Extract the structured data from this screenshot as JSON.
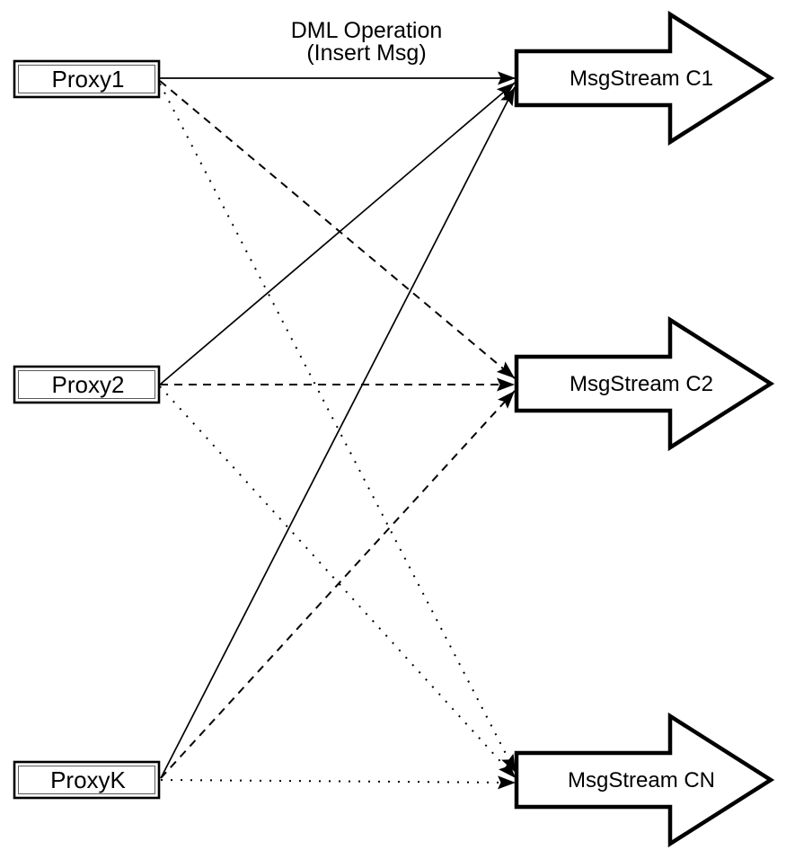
{
  "diagram": {
    "annotation": {
      "line1": "DML Operation",
      "line2": "(Insert Msg)"
    },
    "proxies": [
      {
        "label": "Proxy1"
      },
      {
        "label": "Proxy2"
      },
      {
        "label": "ProxyK"
      }
    ],
    "streams": [
      {
        "label": "MsgStream C1"
      },
      {
        "label": "MsgStream C2"
      },
      {
        "label": "MsgStream CN"
      }
    ],
    "connections": [
      {
        "from": "Proxy1",
        "to": "MsgStream C1",
        "line_style": "solid"
      },
      {
        "from": "Proxy2",
        "to": "MsgStream C1",
        "line_style": "solid"
      },
      {
        "from": "ProxyK",
        "to": "MsgStream C1",
        "line_style": "solid"
      },
      {
        "from": "Proxy1",
        "to": "MsgStream C2",
        "line_style": "dashed"
      },
      {
        "from": "Proxy2",
        "to": "MsgStream C2",
        "line_style": "dashed"
      },
      {
        "from": "ProxyK",
        "to": "MsgStream C2",
        "line_style": "dashed"
      },
      {
        "from": "Proxy1",
        "to": "MsgStream CN",
        "line_style": "dotted"
      },
      {
        "from": "Proxy2",
        "to": "MsgStream CN",
        "line_style": "dotted"
      },
      {
        "from": "ProxyK",
        "to": "MsgStream CN",
        "line_style": "dotted"
      }
    ],
    "colors": {
      "stroke": "#000000",
      "fill": "#ffffff"
    }
  }
}
